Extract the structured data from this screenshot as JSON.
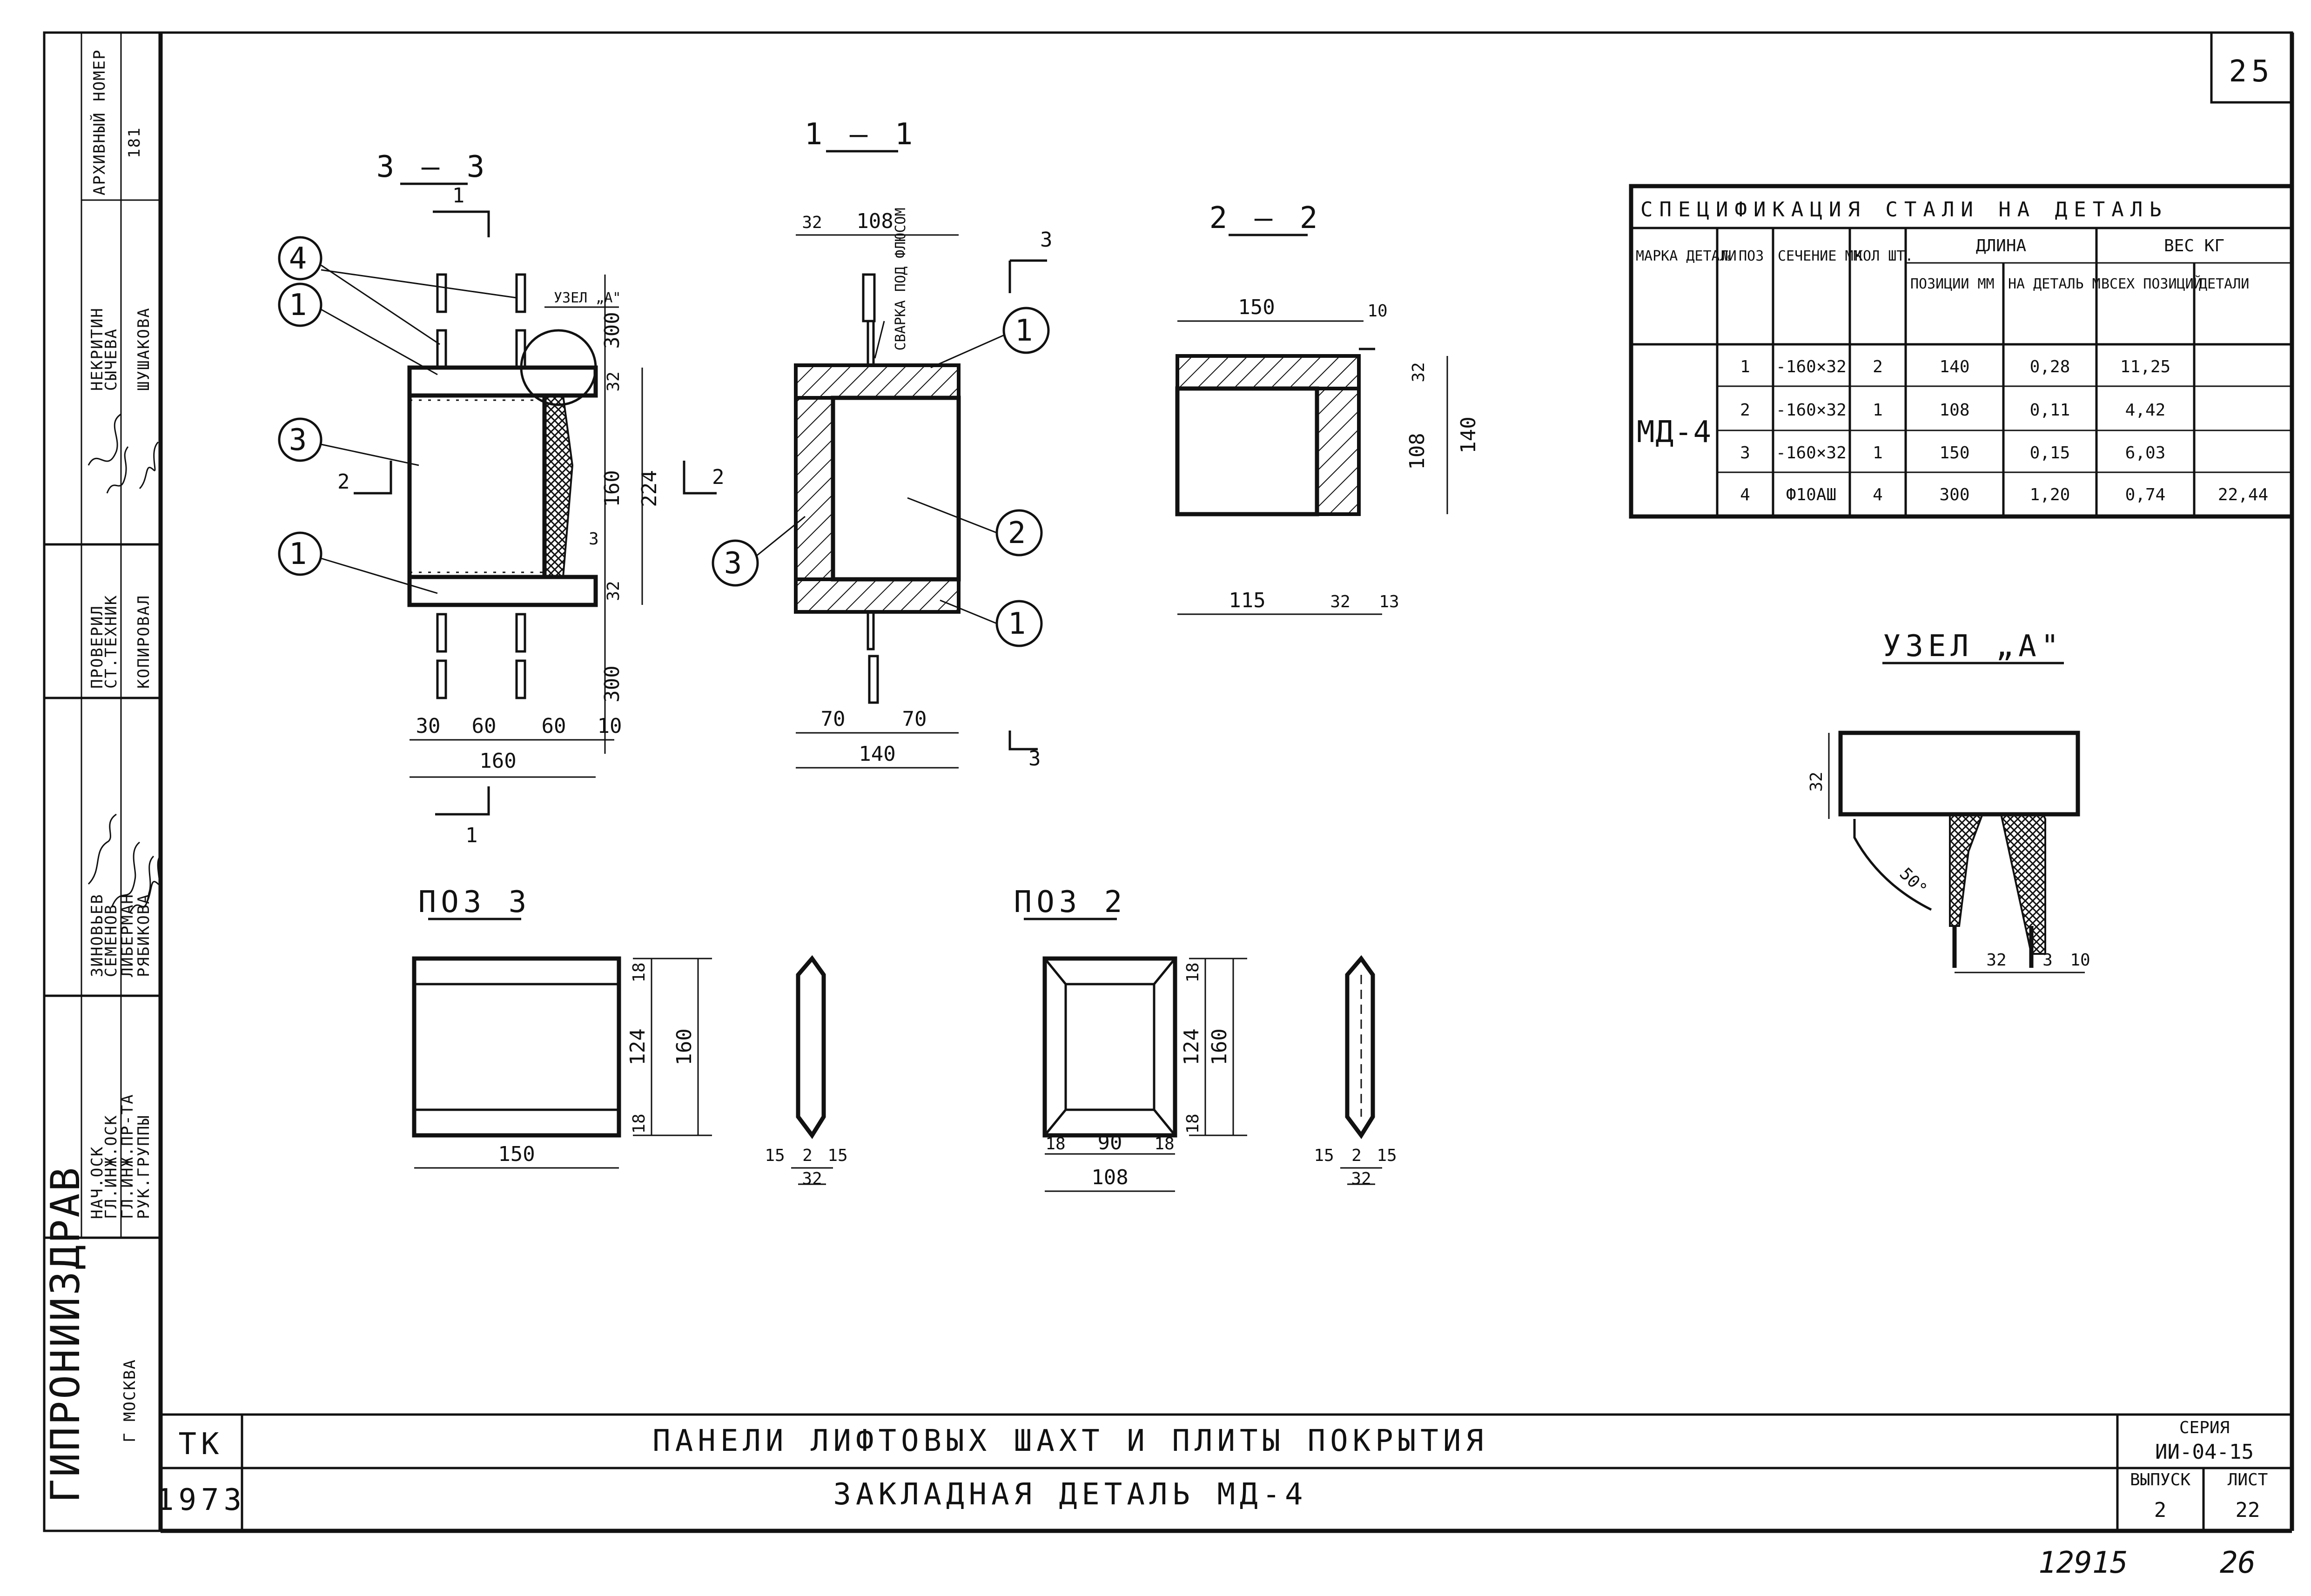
{
  "sheet": {
    "number": "25",
    "bottom_left_number": "12915",
    "bottom_right_number": "26"
  },
  "title_block": {
    "organization": "ГИПРОНИИЗДРАВ",
    "city": "Г МОСКВА",
    "code": "ТК",
    "year": "1973",
    "title_line1": "ПАНЕЛИ ЛИФТОВЫХ ШАХТ И ПЛИТЫ ПОКРЫТИЯ",
    "title_line2": "ЗАКЛАДНАЯ ДЕТАЛЬ МД-4",
    "series_label": "СЕРИЯ",
    "series": "ИИ-04-15",
    "issue_label": "ВЫПУСК",
    "issue": "2",
    "sheet_label": "ЛИСТ",
    "sheet": "22"
  },
  "stamp": {
    "archive_label": "АРХИВНЫЙ НОМЕР",
    "archive_number": "181",
    "roles": [
      "НАЧ.ОСК",
      "ГЛ.ИНЖ.ОСК",
      "ГЛ.ИНЖ.ПР-ТА",
      "РУК.ГРУППЫ",
      "ПРОВЕРИЛ",
      "СТ.ТЕХНИК",
      "КОПИРОВАЛ"
    ],
    "names": [
      "ЗИНОВЬЕВ",
      "СЕМЕНОВ",
      "ЛИБЕРМАН",
      "РЯБИКОВА",
      "НЕКРИТИН",
      "СЫЧЕВА",
      "ШУШАКОВА"
    ]
  },
  "views": {
    "section_33": "3 – 3",
    "section_11": "1 – 1",
    "section_22": "2 – 2",
    "node_a": "УЗЕЛ „А\"",
    "pos3": "ПОЗ 3",
    "pos2": "ПОЗ 2",
    "node_a_ref": "УЗЕЛ „А\"",
    "weld_note": "СВАРКА ПОД ФЛЮСОМ",
    "angle": "50°",
    "marks": {
      "one": "1",
      "two": "2",
      "three": "3",
      "four": "4"
    }
  },
  "dims": {
    "d32": "32",
    "d108": "108",
    "d150": "150",
    "d10": "10",
    "d300": "300",
    "d160": "160",
    "d224": "224",
    "d3": "3",
    "d30": "30",
    "d60": "60",
    "d70": "70",
    "d140": "140",
    "d115": "115",
    "d13": "13",
    "d18": "18",
    "d124": "124",
    "d90": "90",
    "d15": "15",
    "d2": "2"
  },
  "spec": {
    "title": "СПЕЦИФИКАЦИЯ СТАЛИ НА ДЕТАЛЬ",
    "h_mark": "МАРКА ДЕТАЛИ",
    "h_pos": "№ ПОЗ",
    "h_section": "СЕЧЕНИЕ ММ",
    "h_qty": "КОЛ ШТ.",
    "h_length": "ДЛИНА",
    "h_len_pos": "ПОЗИЦИИ ММ",
    "h_len_det": "НА ДЕТАЛЬ М",
    "h_weight": "ВЕС КГ",
    "h_w_all": "ВСЕХ ПОЗИЦИЙ",
    "h_w_det": "ДЕТАЛИ",
    "mark": "МД-4",
    "rows": [
      {
        "pos": "1",
        "section": "-160×32",
        "qty": "2",
        "len_mm": "140",
        "len_m": "0,28",
        "weight": "11,25"
      },
      {
        "pos": "2",
        "section": "-160×32",
        "qty": "1",
        "len_mm": "108",
        "len_m": "0,11",
        "weight": "4,42"
      },
      {
        "pos": "3",
        "section": "-160×32",
        "qty": "1",
        "len_mm": "150",
        "len_m": "0,15",
        "weight": "6,03"
      },
      {
        "pos": "4",
        "section": "Ф10АШ",
        "qty": "4",
        "len_mm": "300",
        "len_m": "1,20",
        "weight": "0,74"
      }
    ],
    "total": "22,44"
  }
}
